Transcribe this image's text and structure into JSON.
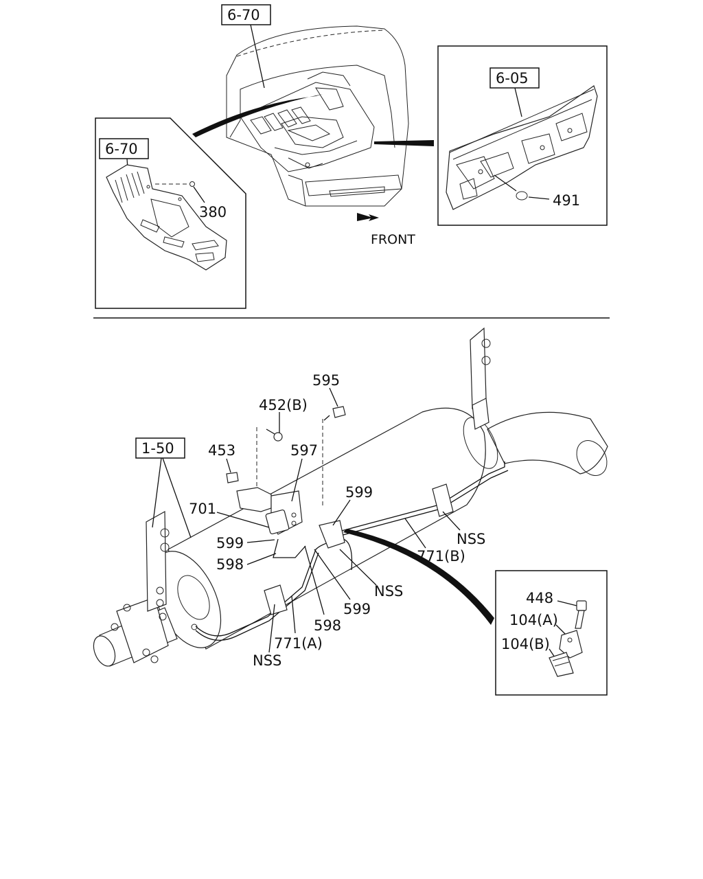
{
  "diagram": {
    "references": {
      "cab_ref": "6-70",
      "detail_left_ref": "6-70",
      "detail_right_ref": "6-05",
      "muffler_ref": "1-50"
    },
    "direction_label": "FRONT",
    "parts": {
      "p380": "380",
      "p491": "491",
      "p595": "595",
      "p452b": "452(B)",
      "p453": "453",
      "p597": "597",
      "p599_top": "599",
      "p701": "701",
      "p599_left": "599",
      "p598_left": "598",
      "p771b": "771(B)",
      "nss_right": "NSS",
      "nss_mid": "NSS",
      "p599_bottom": "599",
      "p598_bottom": "598",
      "p771a": "771(A)",
      "nss_left": "NSS",
      "p448": "448",
      "p104a": "104(A)",
      "p104b": "104(B)"
    }
  }
}
